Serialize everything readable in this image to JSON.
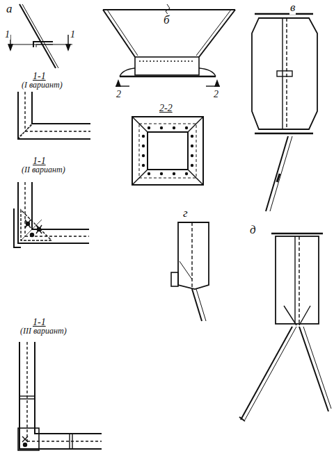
{
  "diagram": {
    "labels": [
      "а",
      "1",
      "1",
      "б",
      "в",
      "2",
      "2",
      "2-2",
      "г",
      "д",
      "1-1",
      "(I вариант)",
      "1-1",
      "(II вариант)",
      "1-1",
      "(III вариант)"
    ]
  }
}
